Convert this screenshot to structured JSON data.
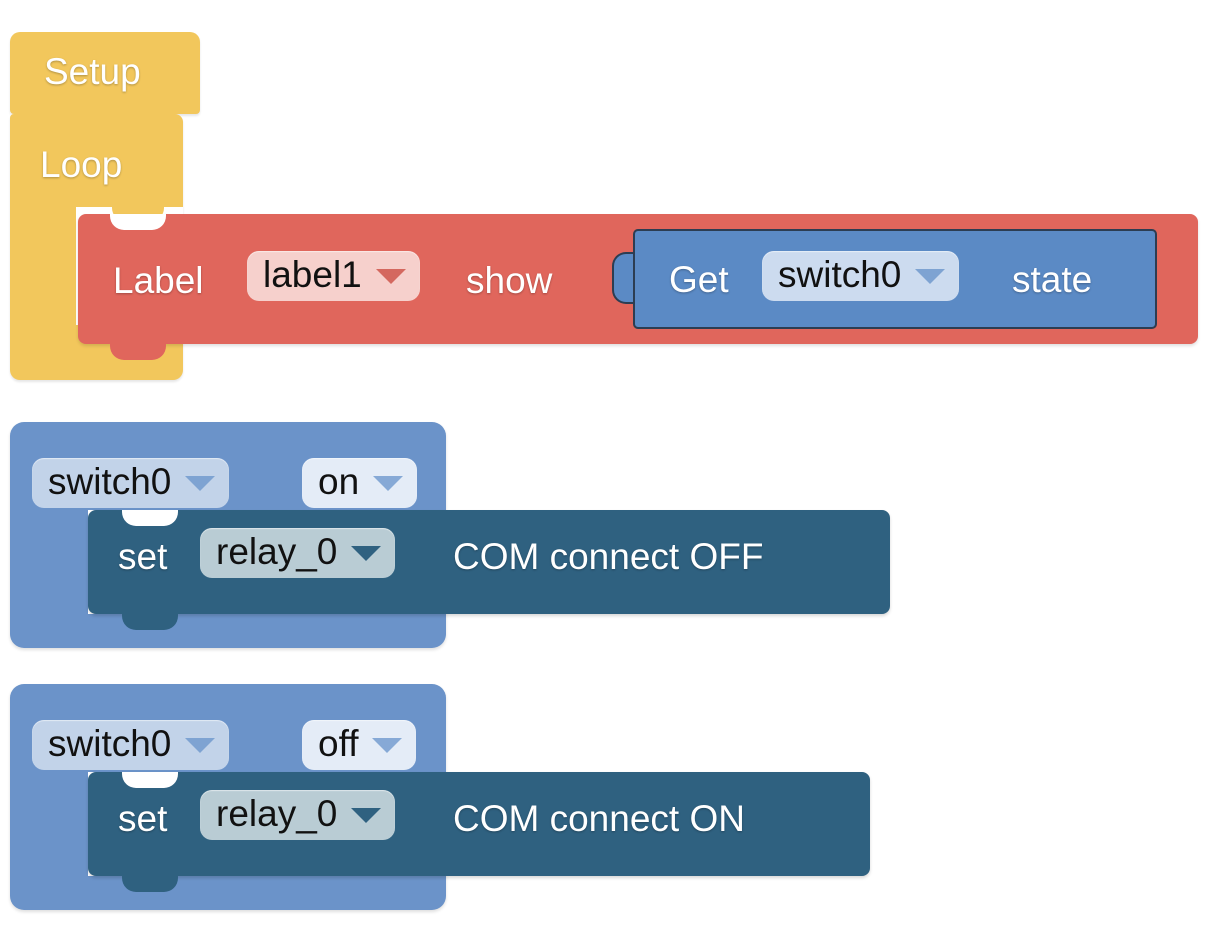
{
  "workspace": {
    "title": "blockly-workspace",
    "background": "#ffffff"
  },
  "colors": {
    "event_hat": "#f2c75c",
    "statement_red": "#e0665c",
    "value_blue": "#5b8ac5",
    "event_blue": "#6b93c9",
    "set_teal": "#2f6180",
    "field_pink": "#f6d0cc",
    "field_light_blue": "#ccdbef",
    "field_pale_blue": "#e4ecf7",
    "field_slate": "#b9ccd4",
    "value_border": "#2c3d52"
  },
  "groups": [
    {
      "name": "setup-loop-group",
      "blocks": {
        "setup": {
          "label": "Setup"
        },
        "loop": {
          "label": "Loop"
        },
        "label_show": {
          "prefix": "Label",
          "field_value": "label1",
          "suffix": "show",
          "dropdown_icon": "chevron-down-icon"
        },
        "get_state": {
          "prefix": "Get",
          "field_value": "switch0",
          "suffix": "state",
          "dropdown_icon": "chevron-down-icon"
        }
      }
    },
    {
      "name": "event-switch0-on-group",
      "blocks": {
        "event": {
          "field_target": "switch0",
          "field_state": "on",
          "dropdown_icon": "chevron-down-icon"
        },
        "set_relay": {
          "prefix": "set",
          "field_value": "relay_0",
          "suffix": "COM connect OFF",
          "dropdown_icon": "chevron-down-icon"
        }
      }
    },
    {
      "name": "event-switch0-off-group",
      "blocks": {
        "event": {
          "field_target": "switch0",
          "field_state": "off",
          "dropdown_icon": "chevron-down-icon"
        },
        "set_relay": {
          "prefix": "set",
          "field_value": "relay_0",
          "suffix": "COM connect ON",
          "dropdown_icon": "chevron-down-icon"
        }
      }
    }
  ]
}
